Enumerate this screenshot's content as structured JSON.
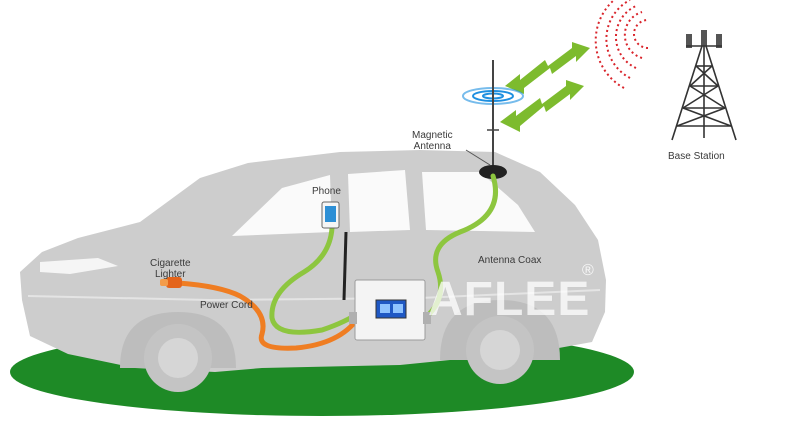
{
  "labels": {
    "magnetic_antenna_line1": "Magnetic",
    "magnetic_antenna_line2": "Antenna",
    "base_station": "Base Station",
    "phone": "Phone",
    "cigarette_lighter_line1": "Cigarette",
    "cigarette_lighter_line2": "Lighter",
    "power_cord": "Power Cord",
    "antenna_coax": "Antenna Coax"
  },
  "brand": {
    "name": "AFLEE",
    "registered_mark": "®"
  },
  "colors": {
    "ground": "#1e8a26",
    "car_body": "#cdcdcd",
    "antenna_cable": "#8dc63f",
    "power_cable": "#ef7d22",
    "signal_arrows": "#7dbb2e",
    "tower_signal": "#d9242b",
    "antenna_rings": "#1d8fe0"
  }
}
